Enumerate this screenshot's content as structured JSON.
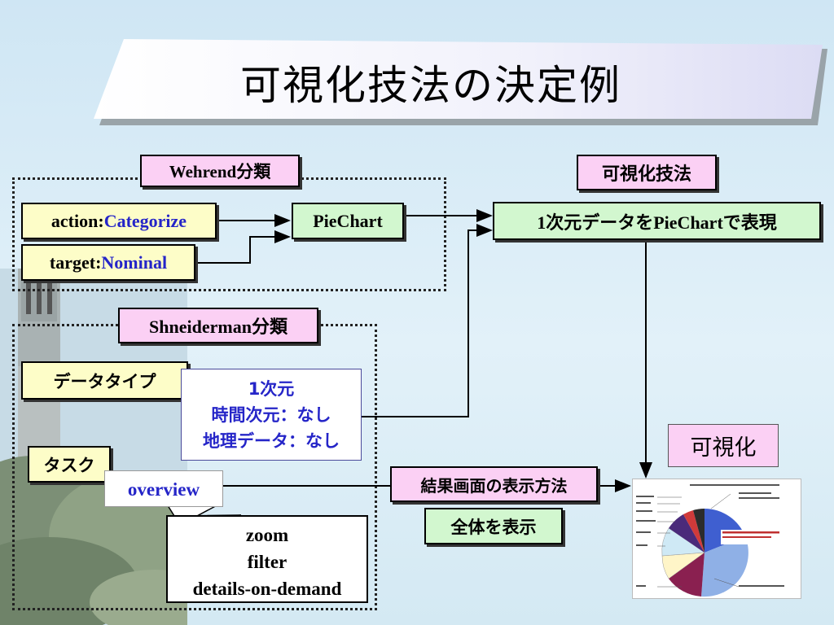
{
  "title": "可視化技法の決定例",
  "wehrend": {
    "label": "Wehrend分類",
    "action_prefix": "action:",
    "action_value": "Categorize",
    "target_prefix": "target:",
    "target_value": "Nominal",
    "result": "PieChart"
  },
  "technique": {
    "label": "可視化技法",
    "result": "1次元データをPieChartで表現"
  },
  "shneiderman": {
    "label": "Shneiderman分類",
    "data_type_label": "データタイプ",
    "data_type_lines": [
      "1次元",
      "時間次元：なし",
      "地理データ：なし"
    ],
    "task_label": "タスク",
    "task_value": "overview",
    "other_tasks": [
      "zoom",
      "filter",
      "details-on-demand"
    ]
  },
  "visualization": {
    "label": "可視化",
    "display_method_label": "結果画面の表示方法",
    "display_method_value": "全体を表示"
  },
  "colors": {
    "label_box": "#fbd0f4",
    "input_box": "#fdfdc8",
    "result_box": "#d2f7cf",
    "accent_blue": "#2525c8"
  }
}
